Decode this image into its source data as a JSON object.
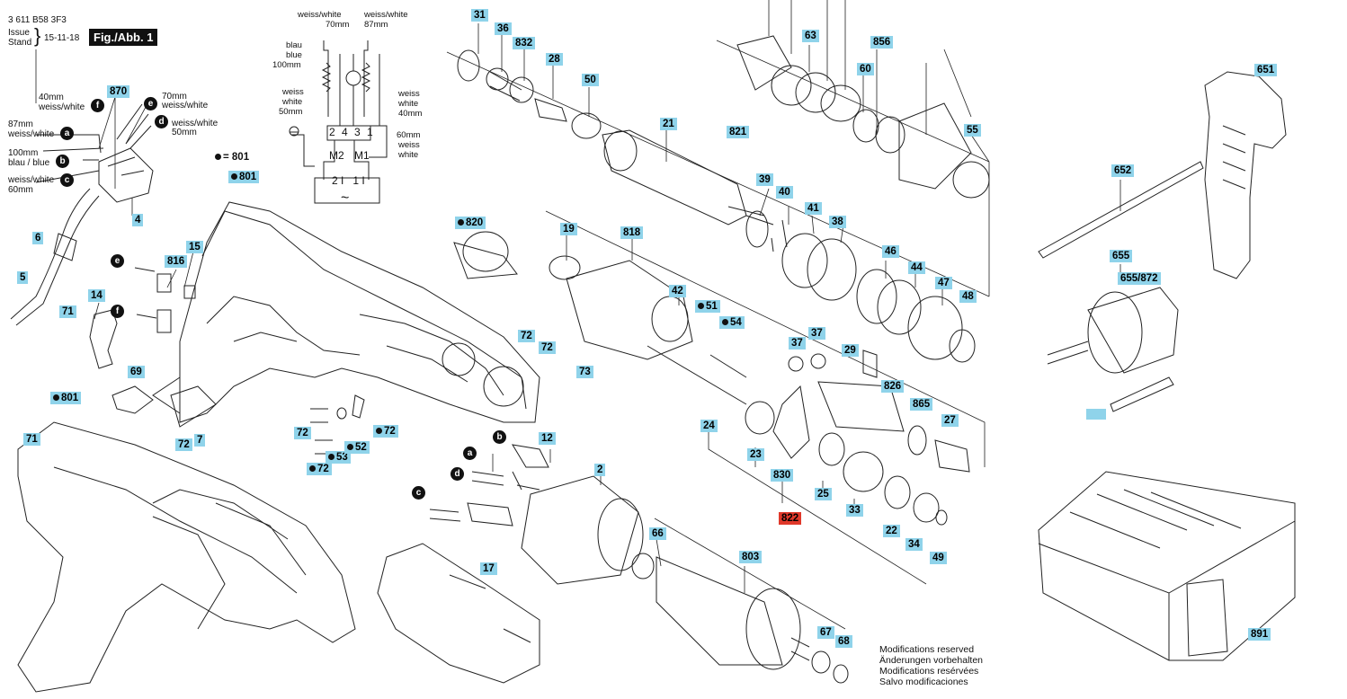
{
  "header": {
    "part_number": "3 611 B58 3F3",
    "issue_label": "Issue",
    "stand_label": "Stand",
    "date": "15-11-18",
    "figure": "Fig./Abb. 1"
  },
  "legend": {
    "symbol_note": "= 801"
  },
  "wiring": {
    "labels": {
      "top_left": [
        "weiss/white",
        "70mm"
      ],
      "top_right": [
        "weiss/white",
        "87mm"
      ],
      "left_upper": [
        "blau",
        "blue",
        "100mm"
      ],
      "left_lower": [
        "weiss",
        "white",
        "50mm"
      ],
      "right_upper": [
        "weiss",
        "white",
        "40mm"
      ],
      "right_lower": [
        "60mm",
        "weiss",
        "white"
      ],
      "terminals": "2 4 3 1",
      "m2": "M2",
      "m1": "M1",
      "switch": "2 I   1 I",
      "ac": "~"
    }
  },
  "switch_wires": {
    "w40": [
      "40mm",
      "weiss/white"
    ],
    "w70": [
      "70mm",
      "weiss/white"
    ],
    "w87": [
      "87mm",
      "weiss/white"
    ],
    "wd": [
      "weiss/white",
      "50mm"
    ],
    "wb": [
      "100mm",
      "blau / blue"
    ],
    "wc": [
      "weiss/white",
      "60mm"
    ]
  },
  "parts": [
    "31",
    "36",
    "832",
    "28",
    "50",
    "21",
    "63",
    "856",
    "60",
    "55",
    "651",
    "870",
    "4",
    "6",
    "5",
    "801",
    "801",
    "15",
    "816",
    "14",
    "71",
    "69",
    "72",
    "7",
    "71",
    "821",
    "39",
    "40",
    "41",
    "38",
    "46",
    "44",
    "47",
    "48",
    "820",
    "19",
    "818",
    "42",
    "72",
    "72",
    "73",
    "51",
    "54",
    "37",
    "37",
    "29",
    "826",
    "865",
    "27",
    "24",
    "23",
    "830",
    "25",
    "33",
    "22",
    "34",
    "49",
    "822",
    "652",
    "655",
    "655/872",
    "12",
    "2",
    "72",
    "53",
    "52",
    "72",
    "72",
    "66",
    "803",
    "17",
    "67",
    "68",
    "891"
  ],
  "bullets": [
    "a",
    "b",
    "c",
    "d",
    "e",
    "f",
    "e",
    "f",
    "a",
    "d",
    "c",
    "b"
  ],
  "modifications": [
    "Modifications reserved",
    "Änderungen vorbehalten",
    "Modifications resérvées",
    "Salvo modificaciones"
  ]
}
